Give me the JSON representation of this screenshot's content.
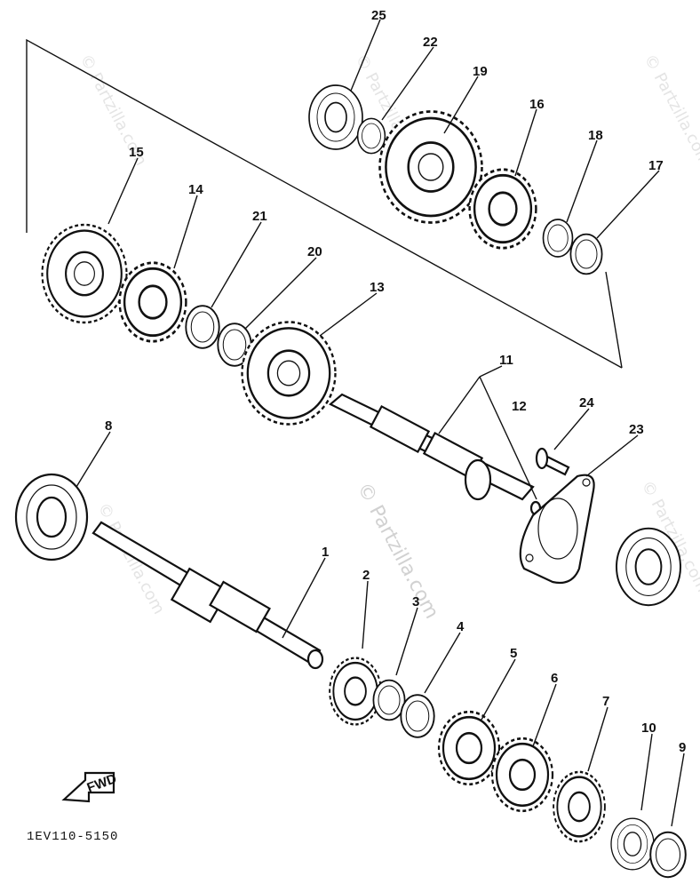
{
  "diagram": {
    "code": "1EV110-5150",
    "fwd_label": "FWD",
    "watermark_main": "© Partzilla.com",
    "watermark_corner": "© Partzilla.com",
    "callouts": [
      "1",
      "2",
      "3",
      "4",
      "5",
      "6",
      "7",
      "8",
      "9",
      "10",
      "11",
      "12",
      "13",
      "14",
      "15",
      "16",
      "17",
      "18",
      "19",
      "20",
      "21",
      "22",
      "23",
      "24",
      "25"
    ]
  }
}
